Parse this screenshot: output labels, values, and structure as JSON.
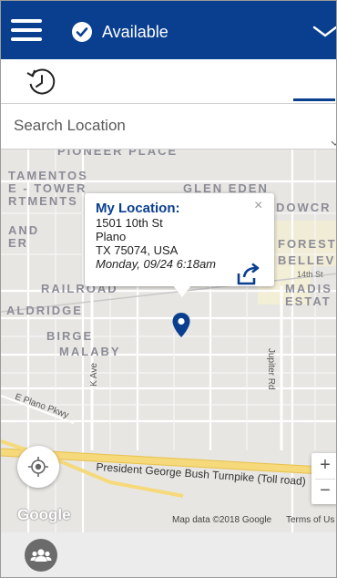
{
  "header": {
    "status_label": "Available",
    "bg_color": "#0a3f8f"
  },
  "search": {
    "placeholder": "Search Location"
  },
  "map": {
    "labels": {
      "pioneer_place": "PIONEER PLACE",
      "tamentos": "TAMENTOS",
      "e_tower": "E - TOWER",
      "rtments": "RTMENTS",
      "glen_eden": "GLEN EDEN",
      "dowcr": "DOWCR",
      "and": "AND",
      "er": "ER",
      "forest": "FOREST",
      "bellev": "BELLEV",
      "street_14th": "14th St",
      "railroad": "RAILROAD",
      "madis": "MADIS",
      "estat": "ESTAT",
      "aldridge": "ALDRIDGE",
      "birge": "BIRGE",
      "malaby": "MALABY",
      "jupiter_rd": "Jupiter Rd",
      "k_ave": "K Ave",
      "e_plano_pkwy": "E Plano Pkwy",
      "turnpike": "President George Bush Turnpike (Toll road)"
    },
    "info_window": {
      "title": "My Location:",
      "line1": "1501 10th St",
      "line2": "Plano",
      "line3": "TX 75074, USA",
      "timestamp": "Monday, 09/24 6:18am",
      "close": "×"
    },
    "zoom_in": "+",
    "zoom_out": "−",
    "google_logo": "Google",
    "attribution": "Map data ©2018 Google",
    "terms": "Terms of Us"
  }
}
